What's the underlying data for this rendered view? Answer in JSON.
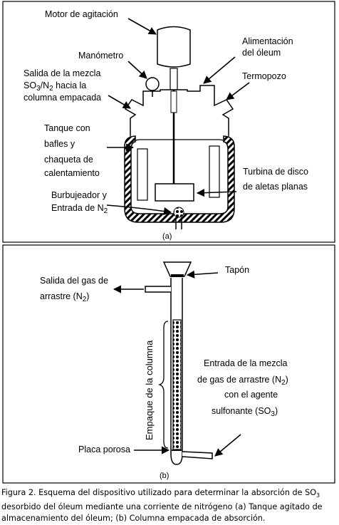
{
  "panel_a": {
    "motor": "Motor de agitación",
    "feed_l1": "Alimentación",
    "feed_l2": "del óleum",
    "manometer": "Manómetro",
    "outlet_l1": "Salida de la mezcla",
    "outlet_l2_pre": "SO",
    "outlet_l2_sub1": "3",
    "outlet_l2_mid": "/N",
    "outlet_l2_sub2": "2",
    "outlet_l2_post": " hacia la",
    "outlet_l3": "columna empacada",
    "thermowell": "Termopozo",
    "tank_l1": "Tanque con",
    "tank_l2": "bafles y",
    "tank_l3": "chaqueta de",
    "tank_l4": "calentamiento",
    "turbine_l1": "Turbina de disco",
    "turbine_l2": "de aletas planas",
    "sparger_l1": "Burbujeador y",
    "sparger_l2_pre": "Entrada de N",
    "sparger_l2_sub": "2",
    "tag": "(a)"
  },
  "panel_b": {
    "gas_out_l1": "Salida del gas de",
    "gas_out_l2_pre": "arrastre (N",
    "gas_out_l2_sub": "2",
    "gas_out_l2_post": ")",
    "stopper": "Tapón",
    "packing": "Empaque de la columna",
    "inlet_l1": "Entrada de la mezcla",
    "inlet_l2_pre": "de gas de arrastre (N",
    "inlet_l2_sub": "2",
    "inlet_l2_post": ")",
    "inlet_l3": "con el agente",
    "inlet_l4_pre": "sulfonante (SO",
    "inlet_l4_sub": "3",
    "inlet_l4_post": ")",
    "porous_plate": "Placa porosa",
    "tag": "(b)"
  },
  "caption": {
    "line1_pre": "Figura 2. Esquema del dispositivo utilizado para determinar la absorción de SO",
    "line1_sub": "3",
    "line2": "desorbido del óleum mediante una corriente de nitrógeno (a) Tanque agitado de",
    "line3": "almacenamiento del óleum; (b) Columna empacada de absorción."
  }
}
